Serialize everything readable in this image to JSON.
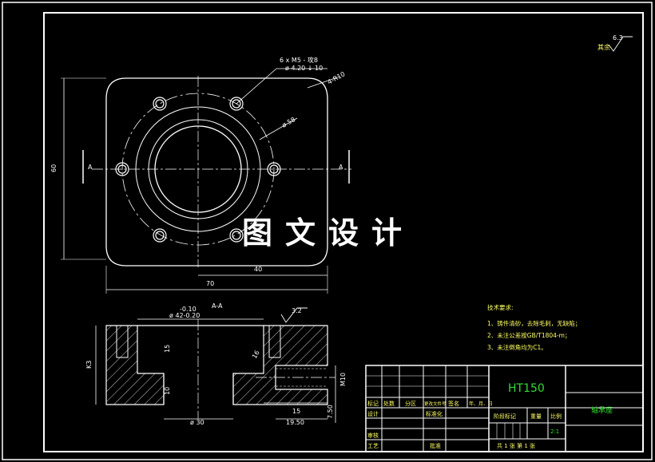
{
  "watermark": "图文设计",
  "roughness": {
    "label": "其余",
    "value": "6.3"
  },
  "top_view": {
    "hole_callout_1": "6 x  M5 - 攻8",
    "hole_callout_2": "ø 4.20 ↓ 10",
    "corner_radius": "4-R10",
    "bolt_circle": "ø 58",
    "dim_height": "60",
    "dim_half_width": "40",
    "dim_width": "70",
    "section_mark_left": "A",
    "section_mark_right": "A"
  },
  "section_view": {
    "title": "A-A",
    "tol_upper": "-0.10",
    "bore_dim": "ø 42-0.20",
    "roughness": "3.2",
    "depth_15": "15",
    "thread_depth": "16",
    "height_left": "K3",
    "depth_10": "10",
    "bottom_dia": "ø 30",
    "m10": "M10",
    "side_15": "15",
    "side_19_50": "19.50",
    "side_7_50": "7.50"
  },
  "tech_notes": {
    "title": "技术要求:",
    "items": [
      "1、铸件清砂，去除毛刺，无缺陷；",
      "2、未注公差按GB/T1804-m；",
      "3、未注倒角均为C1。"
    ]
  },
  "title_block": {
    "material": "HT150",
    "part_name": "轴承座",
    "scale": "2:1",
    "row_labels": [
      "标记",
      "处数",
      "分区",
      "更改文件号",
      "签名",
      "年、月、日"
    ],
    "design": "设计",
    "standardize": "标准化",
    "stage_mark": "阶段标记",
    "weight": "重量",
    "ratio": "比例",
    "review": "审核",
    "process": "工艺",
    "approve": "批准",
    "sheet_text": "共 1 张  第 1 张"
  }
}
